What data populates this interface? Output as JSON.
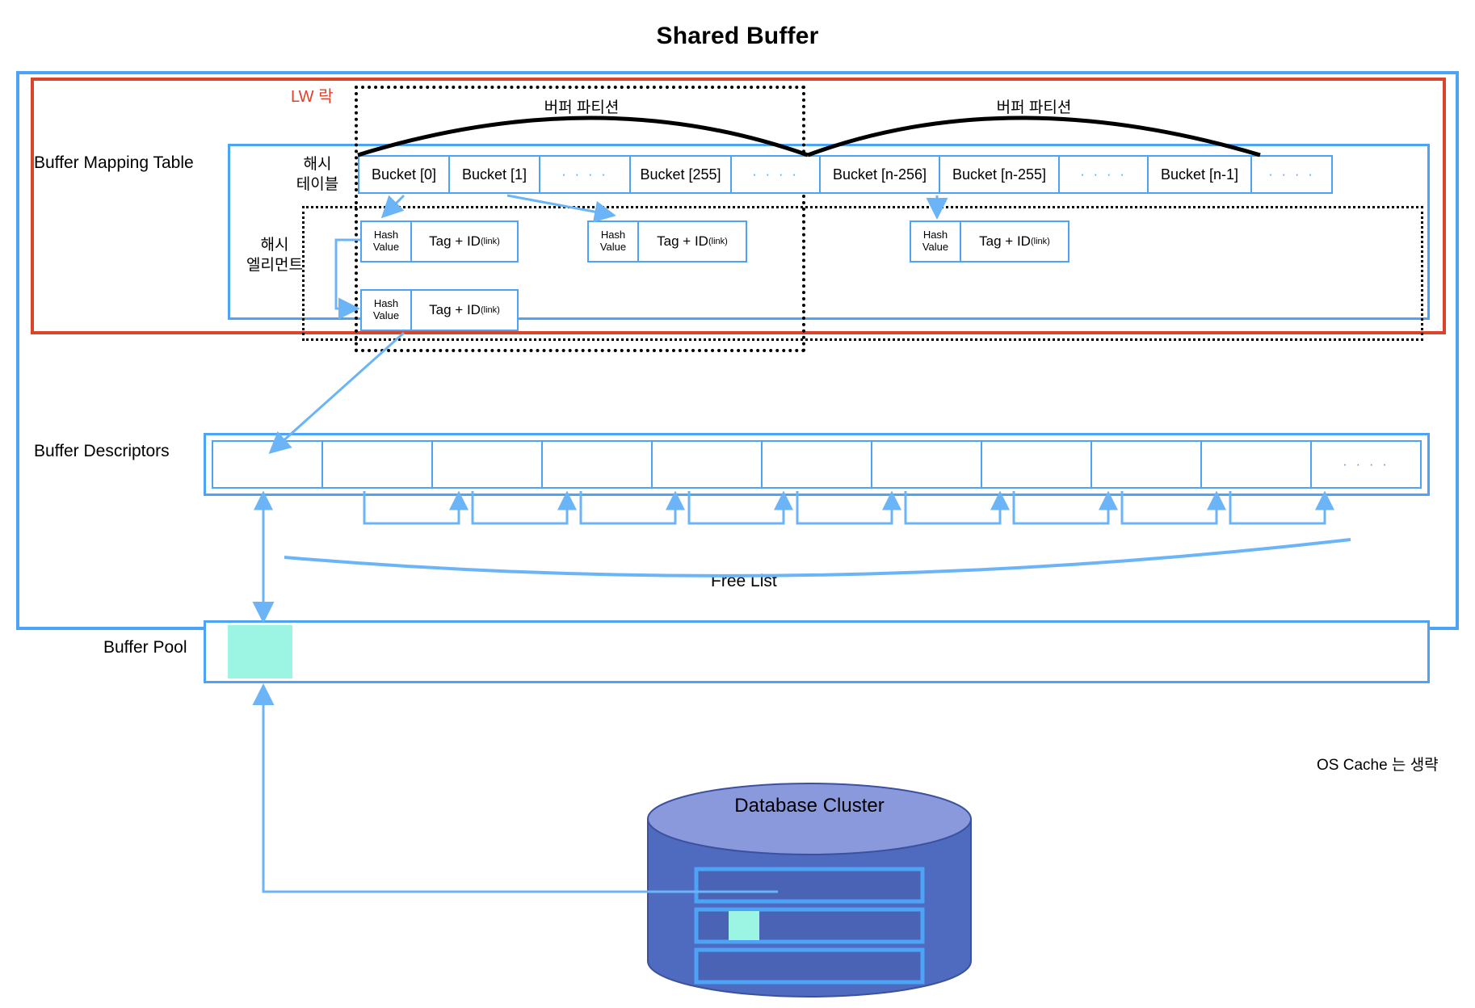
{
  "title": "Shared Buffer",
  "colors": {
    "blue": "#4da3f5",
    "red": "#d9442a",
    "lw_lock_text": "#e0402a",
    "cyan_fill": "#9cf5e2",
    "db_body": "#4f6bbf",
    "db_top": "#8898d8",
    "db_stripe": "#4a63b5"
  },
  "lw_lock": {
    "label": "LW 락"
  },
  "partitions": [
    {
      "label": "버퍼 파티션"
    },
    {
      "label": "버퍼 파티션"
    }
  ],
  "buffer_mapping_table": {
    "label": "Buffer Mapping Table",
    "hash_table_caption": "해시\n테이블",
    "hash_table_caption_line1": "해시",
    "hash_table_caption_line2": "테이블",
    "hash_element_caption_line1": "해시",
    "hash_element_caption_line2": "엘리먼트",
    "buckets": [
      {
        "label": "Bucket [0]",
        "width": 112,
        "dots": false
      },
      {
        "label": "Bucket [1]",
        "width": 112,
        "dots": false
      },
      {
        "label": "· · · ·",
        "width": 112,
        "dots": true
      },
      {
        "label": "Bucket [255]",
        "width": 125,
        "dots": false
      },
      {
        "label": "· · · ·",
        "width": 110,
        "dots": true
      },
      {
        "label": "Bucket [n-256]",
        "width": 148,
        "dots": false
      },
      {
        "label": "Bucket [n-255]",
        "width": 148,
        "dots": false
      },
      {
        "label": "· · · ·",
        "width": 110,
        "dots": true
      },
      {
        "label": "Bucket [n-1]",
        "width": 128,
        "dots": false
      },
      {
        "label": "· · · ·",
        "width": 98,
        "dots": true
      }
    ],
    "hash_elements": [
      {
        "hash_value_line1": "Hash",
        "hash_value_line2": "Value",
        "tag_prefix": "Tag  +  ID",
        "tag_sub": "(link)"
      },
      {
        "hash_value_line1": "Hash",
        "hash_value_line2": "Value",
        "tag_prefix": "Tag  +  ID",
        "tag_sub": "(link)"
      },
      {
        "hash_value_line1": "Hash",
        "hash_value_line2": "Value",
        "tag_prefix": "Tag  +  ID",
        "tag_sub": "(link)"
      },
      {
        "hash_value_line1": "Hash",
        "hash_value_line2": "Value",
        "tag_prefix": "Tag  +  ID",
        "tag_sub": "(link)"
      }
    ]
  },
  "buffer_descriptors": {
    "label": "Buffer Descriptors",
    "cells": [
      {
        "label": "",
        "dots": false
      },
      {
        "label": "",
        "dots": false
      },
      {
        "label": "",
        "dots": false
      },
      {
        "label": "",
        "dots": false
      },
      {
        "label": "",
        "dots": false
      },
      {
        "label": "",
        "dots": false
      },
      {
        "label": "",
        "dots": false
      },
      {
        "label": "",
        "dots": false
      },
      {
        "label": "",
        "dots": false
      },
      {
        "label": "",
        "dots": false
      },
      {
        "label": "· · · ·",
        "dots": true
      }
    ]
  },
  "free_list": {
    "label": "Free List"
  },
  "buffer_pool": {
    "label": "Buffer Pool"
  },
  "notes": {
    "os_cache": "OS Cache 는 생략"
  },
  "database_cluster": {
    "title": "Database Cluster",
    "stripes": 3,
    "highlighted_stripe_index": 1
  }
}
